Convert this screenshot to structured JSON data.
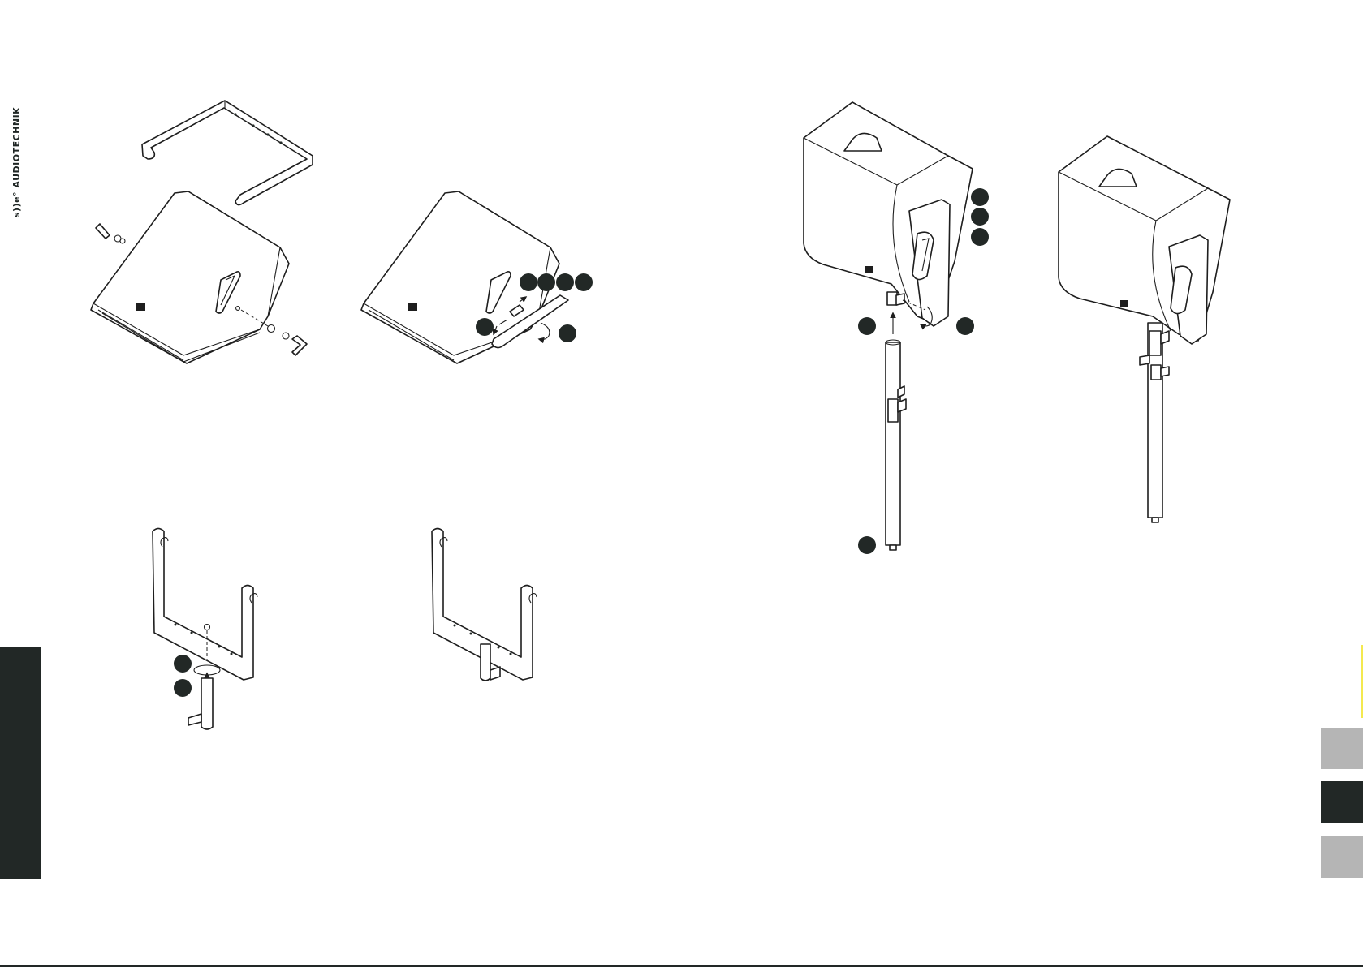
{
  "brand": {
    "name": "s))e° AUDIOTECHNIK"
  },
  "colors": {
    "dark": "#222826",
    "grey": "#b5b5b5",
    "accent": "#f4e94f"
  },
  "icons": [
    "assembly-step-marker",
    "arrow-icon",
    "rotate-arrow-icon"
  ],
  "figures": [
    "speaker-with-bracket-exploded",
    "bracket-mounted-on-speaker",
    "bracket-with-adapter-exploded",
    "bracket-with-adapter-mounted",
    "speaker-on-pole-exploded",
    "speaker-on-pole-mounted"
  ],
  "side_tabs": [
    "left-dark-tab",
    "right-grey-tab",
    "right-dark-tab",
    "right-grey-tab"
  ]
}
